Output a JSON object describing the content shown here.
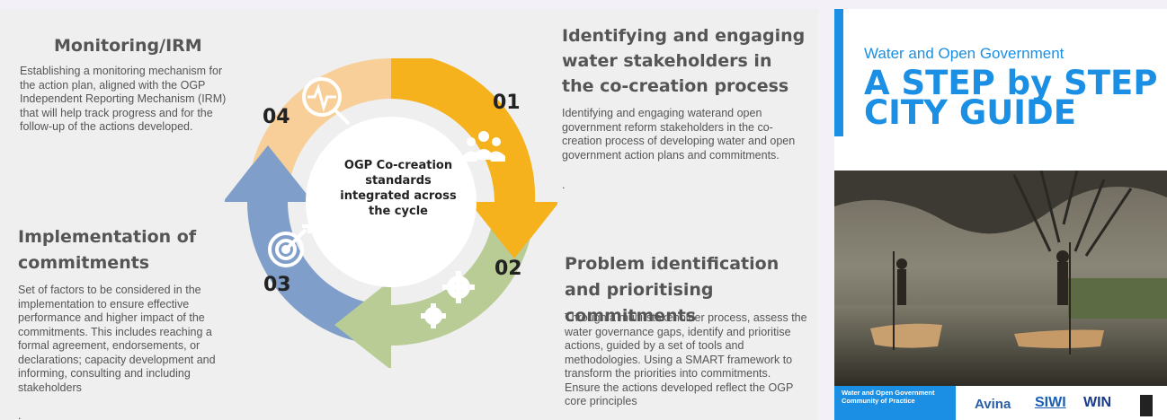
{
  "diagram": {
    "monitoring": {
      "title": "Monitoring/IRM",
      "body": "Establishing a monitoring mechanism for the action plan, aligned with the OGP Independent Reporting Mechanism (IRM) that will help track progress and for the follow-up of the actions developed."
    },
    "identifying": {
      "title": "Identifying and engaging water stakeholders in the co-creation process",
      "body": "Identifying and engaging waterand open government reform stakeholders in the co-creation process of developing water and open government action plans and commitments.",
      "dot": "."
    },
    "implementation": {
      "title": "Implementation of commitments",
      "body": "Set of factors to be considered in the implementation to ensure effective performance and higher impact of the commitments. This includes reaching a formal agreement, endorsements, or declarations; capacity development and informing, consulting and including stakeholders",
      "dot": "."
    },
    "problem": {
      "title": "Problem identification and prioritising commitments",
      "body": "Through a multi-stakeholder process, assess the water governance gaps, identify and prioritise actions, guided by a set of tools and methodologies. Using a SMART framework to transform the priorities into commitments. Ensure the actions developed reflect the OGP core principles"
    },
    "numbers": [
      "01",
      "02",
      "03",
      "04"
    ],
    "center": "OGP Co-creation standards integrated across the cycle",
    "colors": {
      "q1": "#f5b21c",
      "q2": "#b9cc95",
      "q3": "#7f9ec9",
      "q4": "#f8cf98"
    },
    "icons": {
      "q1": "people-icon",
      "q2": "gears-icon",
      "q3": "target-icon",
      "q4": "magnifier-pulse-icon"
    }
  },
  "cover": {
    "subtitle": "Water and Open Government",
    "title": "A STEP by STEP CITY GUIDE",
    "footer_label": "Water and Open Government Community of Practice",
    "logos": [
      "Avina",
      "SIWI",
      "WIN"
    ],
    "accent": "#1a8fe3"
  }
}
